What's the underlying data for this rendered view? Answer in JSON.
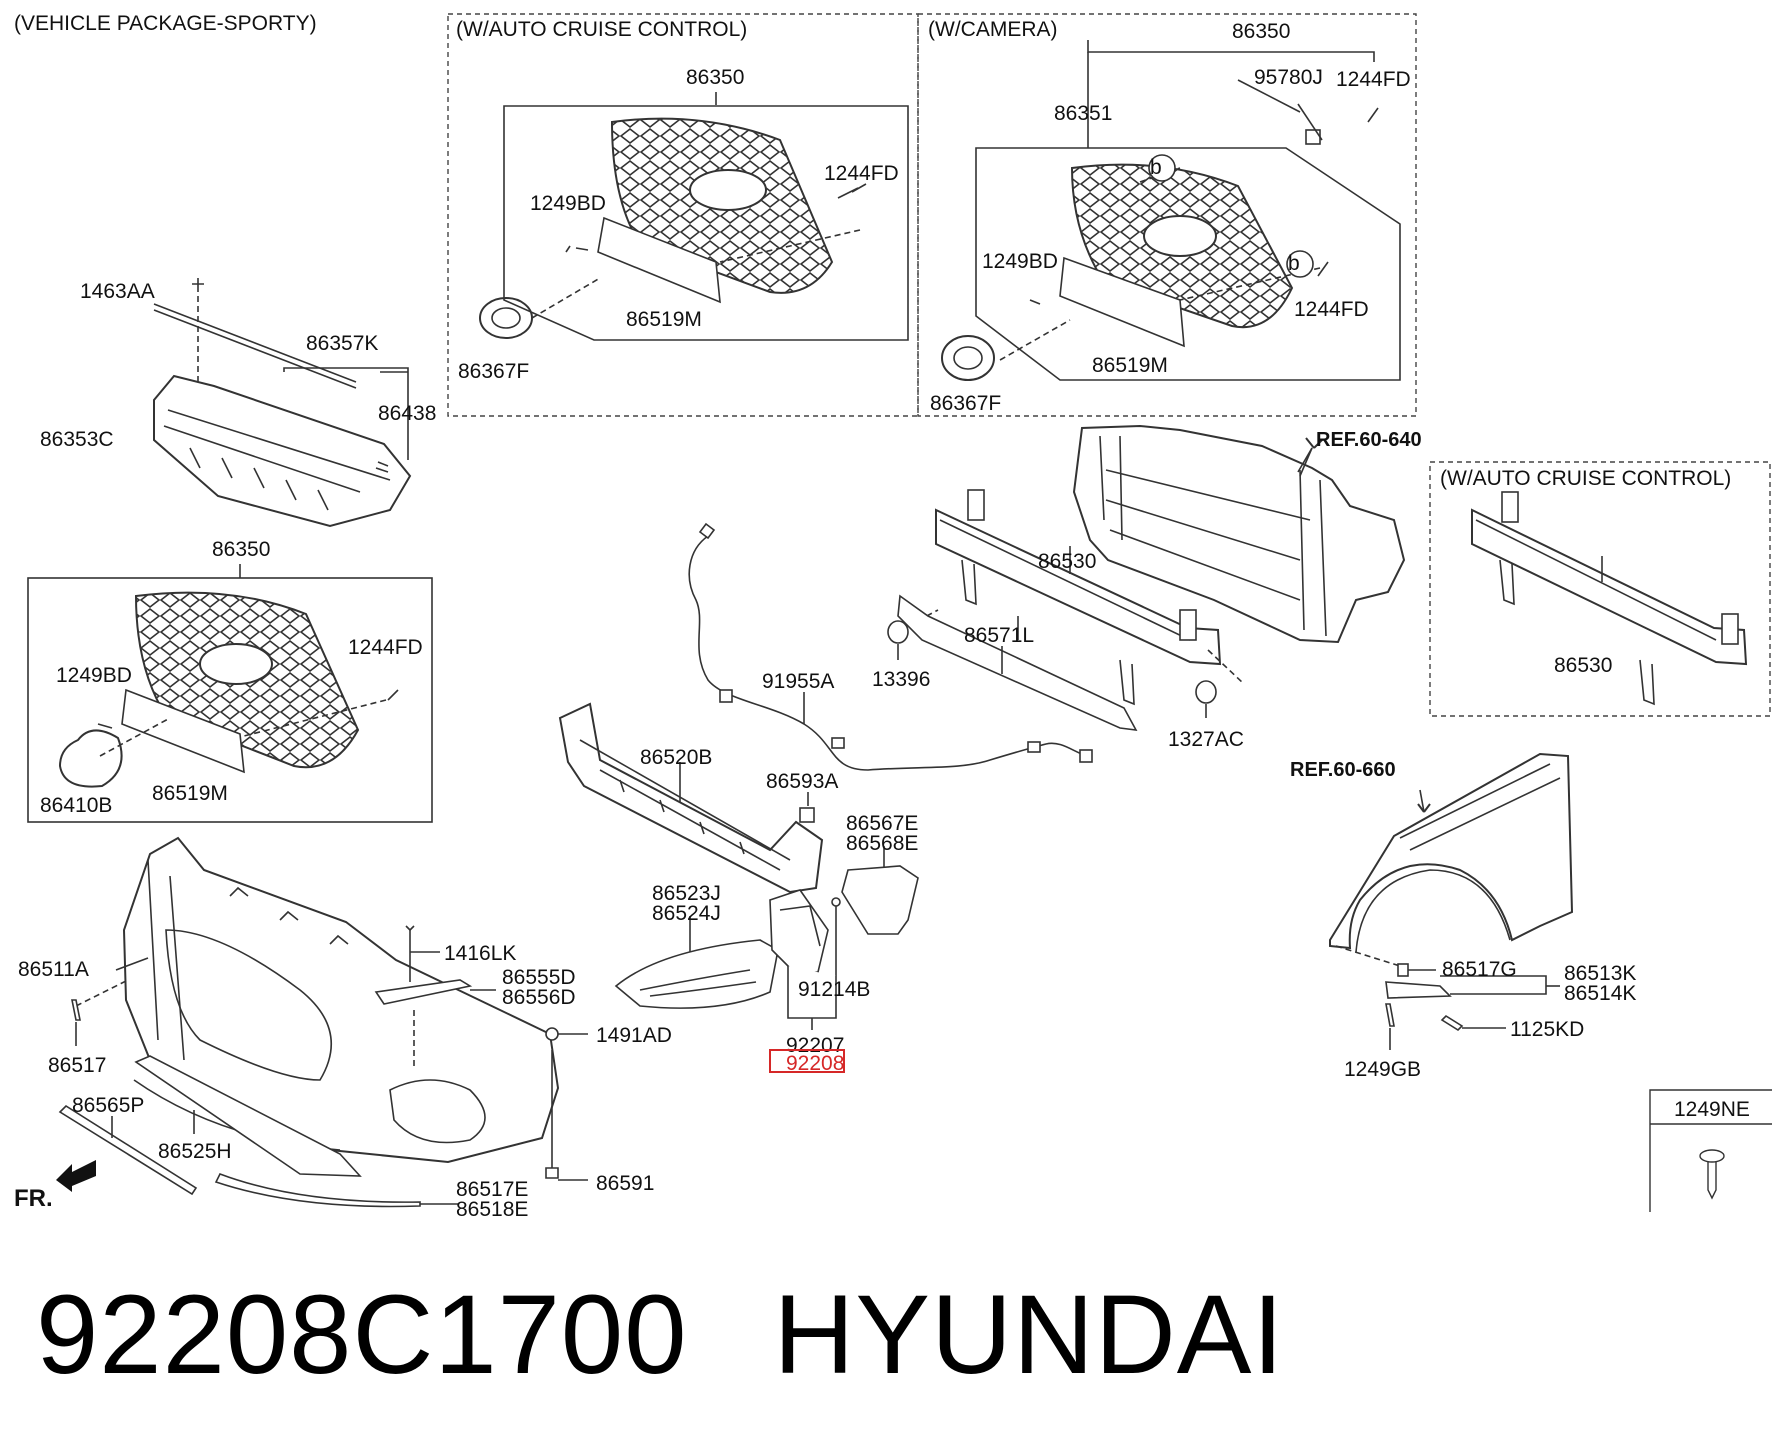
{
  "boxes": {
    "sporty": "(VEHICLE PACKAGE-SPORTY)",
    "cruise_top": "(W/AUTO CRUISE CONTROL)",
    "camera": "(W/CAMERA)",
    "cruise_right": "(W/AUTO CRUISE CONTROL)"
  },
  "refs": {
    "ref640": "REF.60-640",
    "ref660": "REF.60-660"
  },
  "labels": {
    "p86350_a": "86350",
    "p1249BD_a": "1249BD",
    "p1244FD_a": "1244FD",
    "p86519M_a": "86519M",
    "p86367F_a": "86367F",
    "p86350_b": "86350",
    "p95780J": "95780J",
    "p1244FD_b": "1244FD",
    "p86351": "86351",
    "p1249BD_b": "1249BD",
    "p1244FD_c": "1244FD",
    "p86519M_b": "86519M",
    "p86367F_b": "86367F",
    "p1463AA": "1463AA",
    "p86357K": "86357K",
    "p86438": "86438",
    "p86353C": "86353C",
    "p86350_c": "86350",
    "p1244FD_d": "1244FD",
    "p1249BD_c": "1249BD",
    "p86410B": "86410B",
    "p86519M_c": "86519M",
    "p86530_a": "86530",
    "p86571L": "86571L",
    "p13396": "13396",
    "p91955A": "91955A",
    "p1327AC": "1327AC",
    "p86530_b": "86530",
    "p86520B": "86520B",
    "p86593A": "86593A",
    "p86567E": "86567E",
    "p86568E": "86568E",
    "p86523J": "86523J",
    "p86524J": "86524J",
    "p91214B": "91214B",
    "p92207": "92207",
    "p92208": "92208",
    "p86511A": "86511A",
    "p1416LK": "1416LK",
    "p86555D": "86555D",
    "p86556D": "86556D",
    "p86517": "86517",
    "p1491AD": "1491AD",
    "p86565P": "86565P",
    "p86525H": "86525H",
    "p86517E": "86517E",
    "p86518E": "86518E",
    "p86591": "86591",
    "p86517G": "86517G",
    "p86513K": "86513K",
    "p86514K": "86514K",
    "p1125KD": "1125KD",
    "p1249GB": "1249GB",
    "p1249NE": "1249NE",
    "fr": "FR.",
    "b1": "b",
    "b2": "b"
  },
  "footer": {
    "part_number": "92208C1700",
    "brand": "HYUNDAI"
  },
  "colors": {
    "line": "#333333",
    "highlight": "#d62828",
    "text": "#111111"
  }
}
